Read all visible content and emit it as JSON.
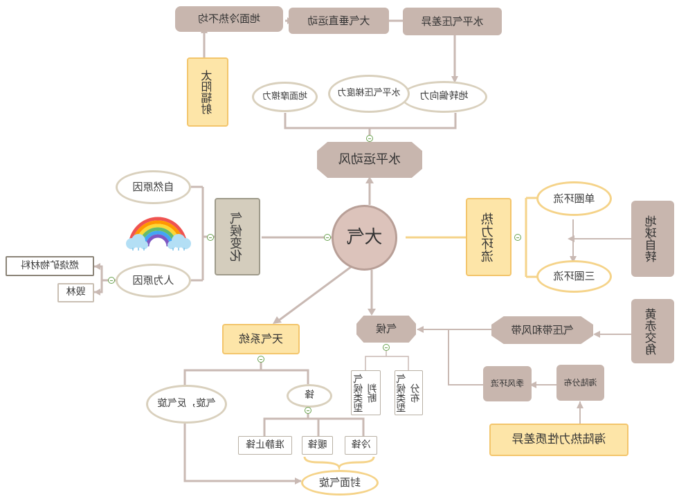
{
  "center": "大气",
  "horizontal_wind": {
    "title": "水平运动风",
    "forces": [
      "地转偏向力",
      "水平气压梯度力",
      "地面摩擦力"
    ],
    "chain": [
      "水平气压差异",
      "大气垂直运动",
      "地面冷热不均"
    ],
    "source": "太阳辐射"
  },
  "heat_circulation": {
    "title": "热力环流",
    "single": "单圈环流",
    "triple": "三圈环流",
    "cause": "地球自转"
  },
  "climate": {
    "title": "气候",
    "types": [
      "气候类型分布",
      "气候类型判断"
    ],
    "belts": "气压带和风带",
    "shift": "黄赤交角",
    "monsoon": "季风环流",
    "landsea": "海陆分布",
    "thermal": "海陆热力性质差异"
  },
  "weather": {
    "title": "天气系统",
    "cyclone": "气旋，反气旋",
    "front": "锋",
    "front_types": [
      "冷锋",
      "暖锋",
      "准静止锋"
    ],
    "occluded": "封面气旋"
  },
  "climate_change": {
    "title": "气候变化",
    "natural": "自然原因",
    "human": "人为原因",
    "fuel": "燃烧矿物材料",
    "deforest": "毁林"
  },
  "icons": [
    "rainbow-icon",
    "cloud-icon",
    "collapse-icon"
  ],
  "colors": {
    "brown": "#c8b6ae",
    "yellow": "#fde5a8",
    "line": "#c9b9b3",
    "accent": "#6aa24f"
  }
}
